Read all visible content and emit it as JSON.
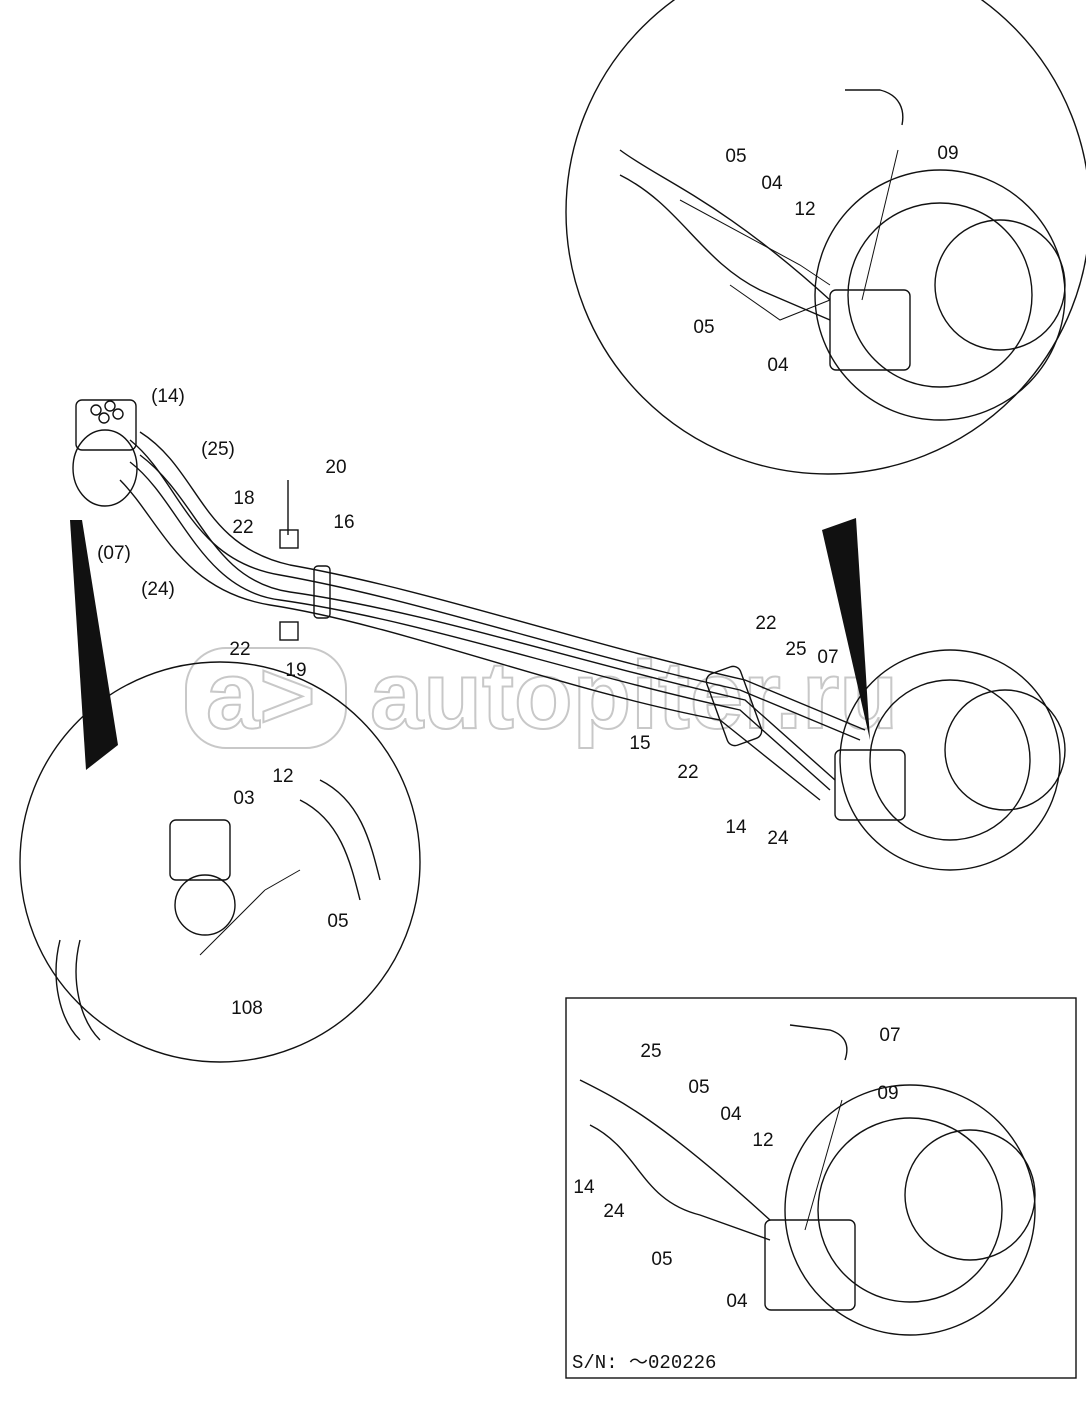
{
  "watermark": {
    "logo": "a>",
    "text": "autopiter.ru"
  },
  "main_labels": [
    "(14)",
    "(25)",
    "(07)",
    "(24)",
    "20",
    "18",
    "22",
    "16",
    "22",
    "19",
    "22",
    "25",
    "07",
    "15",
    "22",
    "14",
    "24"
  ],
  "top_detail_labels": [
    "05",
    "04",
    "12",
    "09",
    "05",
    "04"
  ],
  "left_detail_labels": [
    "12",
    "03",
    "05",
    "108"
  ],
  "box_detail": {
    "labels": [
      "07",
      "25",
      "05",
      "04",
      "09",
      "12",
      "14",
      "24",
      "05",
      "04"
    ],
    "serial": "S/N: ～020226"
  }
}
